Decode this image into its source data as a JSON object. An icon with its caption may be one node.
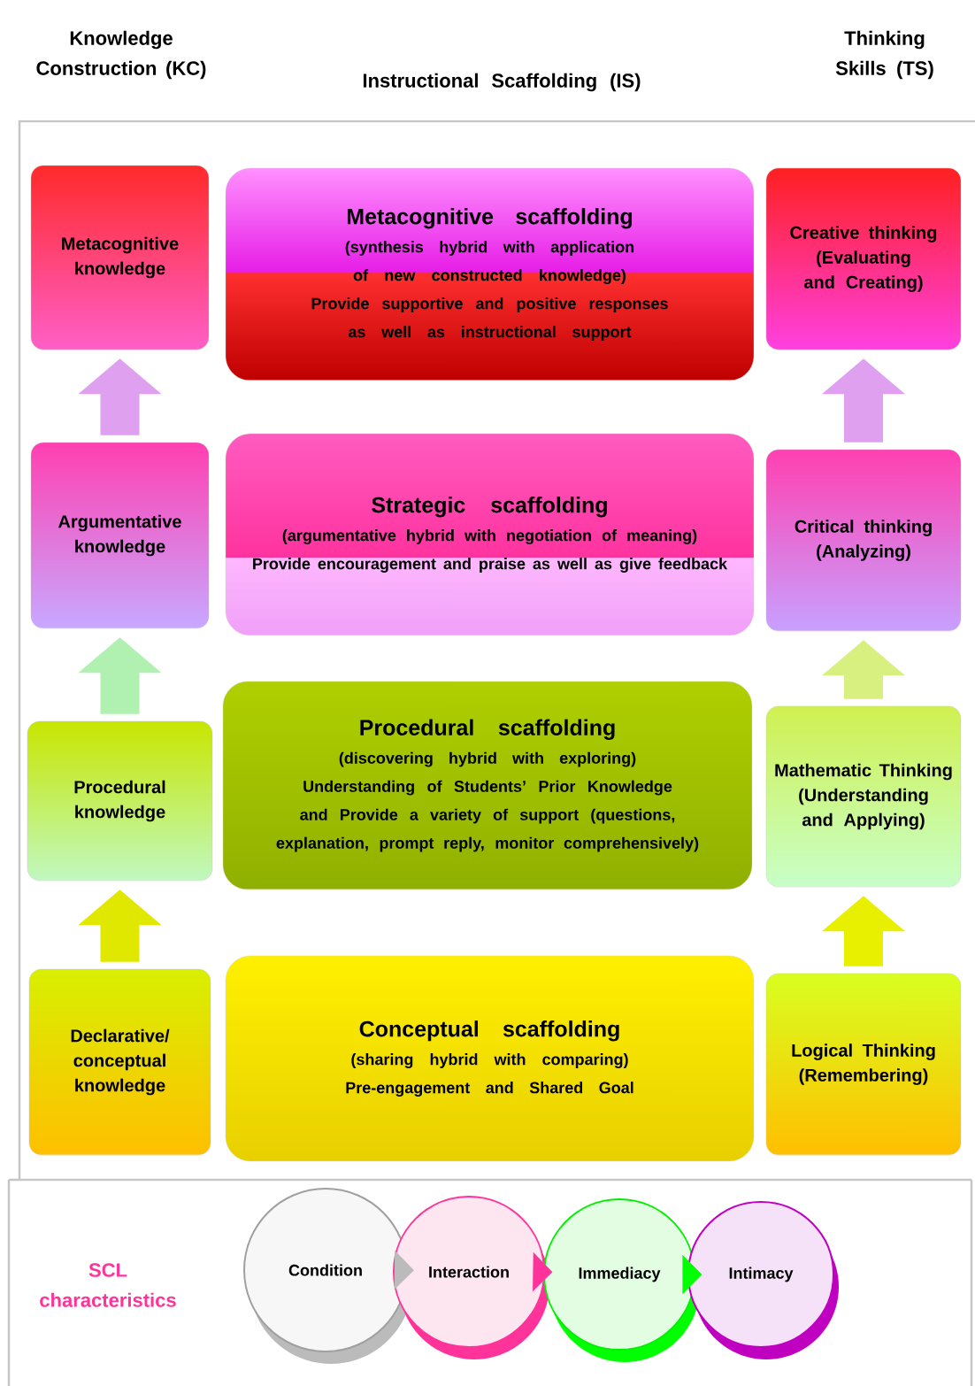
{
  "diagram": {
    "nodes": [
      {
        "text": [
          "Metacognitive knowledge"
        ]
      },
      {
        "text": [
          "Metacognitive scaffolding",
          "(synthesis hybrid with application of new constructed knowledge)",
          "Provide supportive and positive responses as well as instructional support"
        ]
      },
      {
        "text": [
          "Creative thinking (Evaluating and Creating)"
        ]
      },
      {
        "text": [
          "Argumentative knowledge"
        ]
      },
      {
        "text": [
          "Strategic scaffolding",
          "(argumentative hybrid with negotiation of meaning)",
          "Provide encouragement and praise as well as give feedback"
        ]
      },
      {
        "text": [
          "Critical thinking (Analyzing)"
        ]
      },
      {
        "text": [
          "Procedural knowledge"
        ]
      },
      {
        "text": [
          "Procedural scaffolding",
          "(discovering hybrid with exploring)",
          "Understanding of Students’ Prior Knowledge and Provide a variety of support (questions, explanation, prompt reply, monitor comprehensively)"
        ]
      },
      {
        "text": [
          "Mathematic Thinking (Understanding and Applying)"
        ]
      },
      {
        "text": [
          "Declarative/ conceptual knowledge"
        ]
      },
      {
        "text": [
          "Conceptual scaffolding",
          "(sharing hybrid with comparing)",
          "Pre-engagement and Shared Goal"
        ]
      },
      {
        "text": [
          "Logical Thinking (Remembering)"
        ]
      },
      {
        "text": [
          "Condition"
        ]
      },
      {
        "text": [
          "Interaction"
        ]
      },
      {
        "text": [
          "Immediacy"
        ]
      },
      {
        "text": [
          "Intimacy"
        ]
      }
    ],
    "edges": [
      {
        "from": 9,
        "to": 6,
        "arrow": "to",
        "color": "#e0e800"
      },
      {
        "from": 6,
        "to": 3,
        "arrow": "to",
        "color": "#b0f0b0"
      },
      {
        "from": 3,
        "to": 0,
        "arrow": "to",
        "color": "#e0a0f0"
      },
      {
        "from": 11,
        "to": 8,
        "arrow": "to",
        "color": "#e8f000"
      },
      {
        "from": 8,
        "to": 5,
        "arrow": "to",
        "color": "#d8f080"
      },
      {
        "from": 5,
        "to": 2,
        "arrow": "to",
        "color": "#e0a0f0"
      },
      {
        "from": 12,
        "to": 13,
        "arrow": "to",
        "color": "#bbbbbb"
      },
      {
        "from": 13,
        "to": 14,
        "arrow": "to",
        "color": "#ff3399"
      },
      {
        "from": 14,
        "to": 15,
        "arrow": "to",
        "color": "#00ff00"
      }
    ],
    "labels": [
      "Knowledge Construction (KC)",
      "Instructional Scaffolding (IS)",
      "Thinking Skills (TS)",
      "SCL characteristics"
    ]
  }
}
